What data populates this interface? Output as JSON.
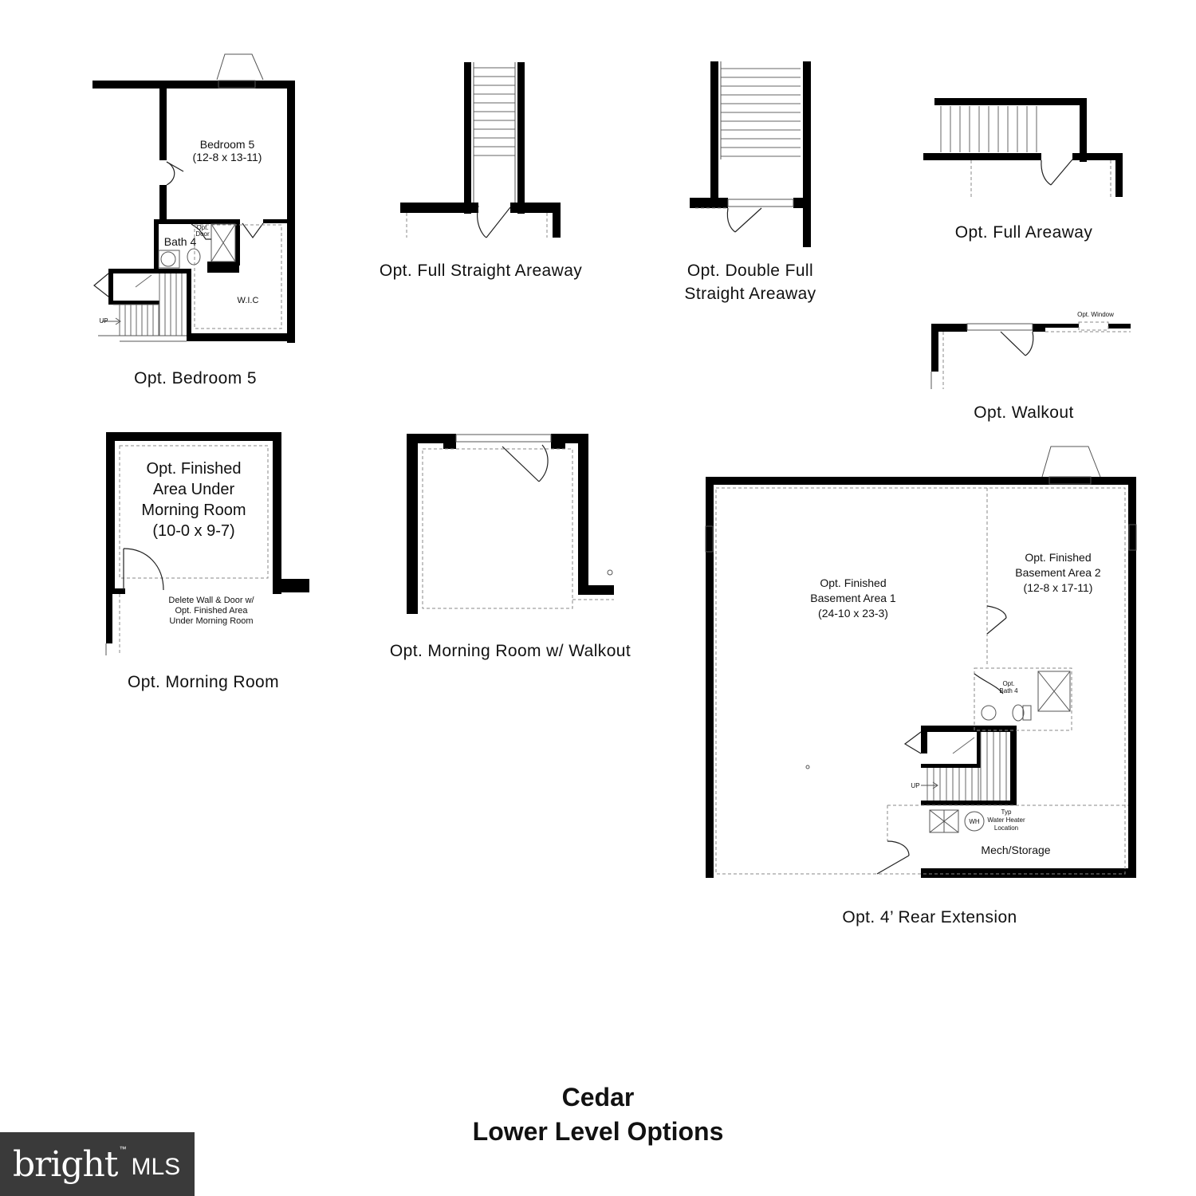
{
  "title": {
    "line1": "Cedar",
    "line2": "Lower Level Options"
  },
  "captions": {
    "bedroom5": "Opt. Bedroom 5",
    "full_straight_areaway": "Opt. Full Straight Areaway",
    "double_full_line1": "Opt. Double Full",
    "double_full_line2": "Straight Areaway",
    "full_areaway": "Opt. Full Areaway",
    "walkout": "Opt. Walkout",
    "morning_room": "Opt. Morning Room",
    "morning_room_walkout": "Opt. Morning Room w/ Walkout",
    "rear_extension": "Opt. 4’ Rear Extension"
  },
  "rooms": {
    "bedroom5_name": "Bedroom 5",
    "bedroom5_dim": "(12-8 x 13-11)",
    "bath4": "Bath 4",
    "opt_door_1": "Opt.",
    "opt_door_2": "Door",
    "wic": "W.I.C",
    "up": "UP",
    "morning_l1": "Opt. Finished",
    "morning_l2": "Area Under",
    "morning_l3": "Morning Room",
    "morning_l4": "(10-0 x 9-7)",
    "delete_l1": "Delete Wall & Door w/",
    "delete_l2": "Opt. Finished Area",
    "delete_l3": "Under Morning Room",
    "opt_window": "Opt. Window",
    "basement1_l1": "Opt. Finished",
    "basement1_l2": "Basement Area 1",
    "basement1_l3": "(24-10 x 23-3)",
    "basement2_l1": "Opt. Finished",
    "basement2_l2": "Basement Area 2",
    "basement2_l3": "(12-8 x 17-11)",
    "bath4b_l1": "Opt.",
    "bath4b_l2": "Bath 4",
    "up2": "UP",
    "wh": "WH",
    "typ_l1": "Typ",
    "typ_l2": "Water Heater",
    "typ_l3": "Location",
    "mech": "Mech/Storage"
  },
  "logo": {
    "brand": "bright",
    "tm": "™",
    "mls": "MLS"
  },
  "colors": {
    "wall": "#000000",
    "logo_bg": "#3a3a3a",
    "logo_accent": "#e2622a"
  }
}
